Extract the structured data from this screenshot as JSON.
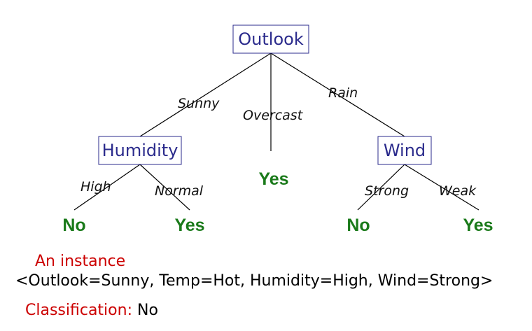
{
  "tree": {
    "nodes": {
      "outlook": "Outlook",
      "humidity": "Humidity",
      "wind": "Wind"
    },
    "edges": {
      "sunny": "Sunny",
      "overcast": "Overcast",
      "rain": "Rain",
      "high": "High",
      "normal": "Normal",
      "strong": "Strong",
      "weak": "Weak"
    },
    "leaves": {
      "overcast_yes": "Yes",
      "high_no": "No",
      "normal_yes": "Yes",
      "strong_no": "No",
      "weak_yes": "Yes"
    }
  },
  "instance": {
    "heading": "An instance",
    "tuple": "<Outlook=Sunny, Temp=Hot, Humidity=High, Wind=Strong>"
  },
  "classification": {
    "label": "Classification:",
    "value": "No"
  },
  "colors": {
    "node_text": "#2b2b8c",
    "leaf_text": "#1a7a1a",
    "caption_accent": "#cc0000"
  }
}
